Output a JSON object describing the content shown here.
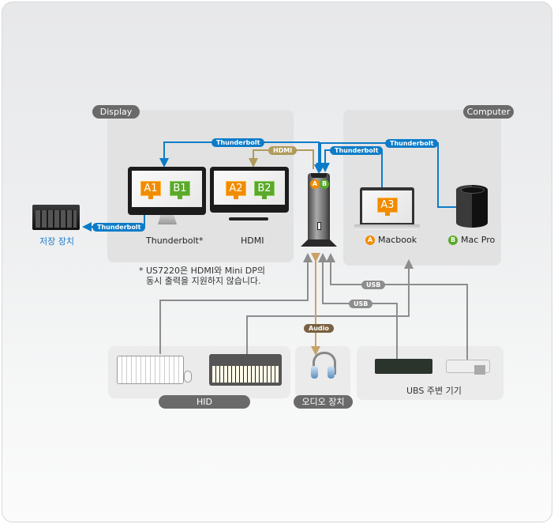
{
  "groups": {
    "display": "Display",
    "computer": "Computer",
    "hid": "HID",
    "audio": "오디오 장치",
    "usb_peripherals": "UBS 주변 기기"
  },
  "devices": {
    "storage": "저장 장치",
    "thunderbolt_monitor": "Thunderbolt*",
    "hdmi_monitor": "HDMI",
    "macbook": "Macbook",
    "mac_pro": "Mac Pro",
    "macbook_badge": "A",
    "mac_pro_badge": "B"
  },
  "screens": {
    "tb_monitor": [
      "A1",
      "B1"
    ],
    "hdmi_monitor": [
      "A2",
      "B2"
    ],
    "macbook": "A3"
  },
  "dock": {
    "badges": [
      "A",
      "B"
    ]
  },
  "connections": {
    "thunderbolt": "Thunderbolt",
    "hdmi": "HDMI",
    "usb": "USB",
    "audio": "Audio"
  },
  "note": {
    "line1": "US7220은 HDMI와 Mini DP의",
    "line2": "동시 출력을 지원하지 않습니다.",
    "bullet": "*"
  },
  "colors": {
    "thunderbolt": "#0d7cc8",
    "hdmi": "#b09a5c",
    "usb": "#8d8d8d",
    "audio": "#c8a26a",
    "badge_a": "#f08c00",
    "badge_b": "#5aa92a"
  }
}
